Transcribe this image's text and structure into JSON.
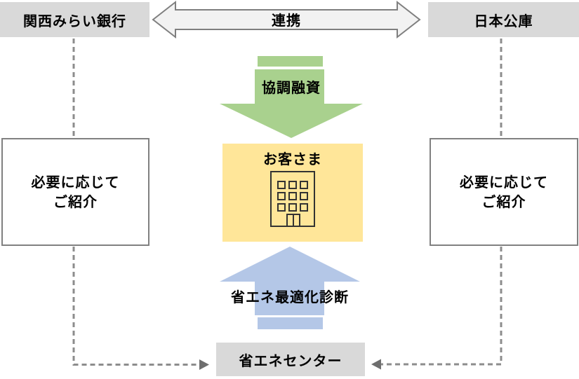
{
  "nodes": {
    "bank": {
      "label": "関西みらい銀行"
    },
    "kokko": {
      "label": "日本公庫"
    },
    "customer": {
      "label": "お客さま",
      "icon": "building-icon"
    },
    "ene_center": {
      "label": "省エネセンター"
    },
    "left_referral": {
      "line1": "必要に応じて",
      "line2": "ご紹介"
    },
    "right_referral": {
      "line1": "必要に応じて",
      "line2": "ご紹介"
    }
  },
  "arrows": {
    "partnership": {
      "label": "連携",
      "direction": "both",
      "fill": "#f2f2f2",
      "border": "#7f7f7f"
    },
    "syndicated_loan": {
      "label": "協調融資",
      "direction": "down",
      "fill": "#a9d18e"
    },
    "energy_diagnosis": {
      "label": "省エネ最適化診断",
      "direction": "up",
      "fill": "#b4c7e7"
    }
  },
  "connectors": {
    "style": "dashed",
    "color": "#8c8c8c",
    "arrowhead_color": "#6e6e6e"
  },
  "colors": {
    "node_gray": "#d9d9d9",
    "customer_yellow": "#ffe699",
    "note_border": "#808080",
    "icon_stroke": "#333333",
    "text": "#000000",
    "background": "#ffffff"
  }
}
